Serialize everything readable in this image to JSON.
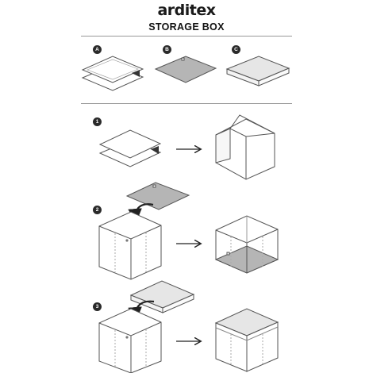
{
  "header": {
    "brand": "arditex",
    "title": "STORAGE BOX"
  },
  "parts": [
    {
      "label": "A",
      "icon": "cardboard-sheets-icon"
    },
    {
      "label": "B",
      "icon": "grey-base-panel-icon"
    },
    {
      "label": "C",
      "icon": "lid-panel-icon"
    }
  ],
  "steps": [
    {
      "label": "1",
      "icon": "unfold-box-icon"
    },
    {
      "label": "2",
      "icon": "insert-base-icon"
    },
    {
      "label": "3",
      "icon": "place-lid-icon"
    }
  ],
  "colors": {
    "line": "#555555",
    "base_panel": "#b5b5b5",
    "lid_panel": "#e6e6e6",
    "badge": "#2a2a2a"
  }
}
